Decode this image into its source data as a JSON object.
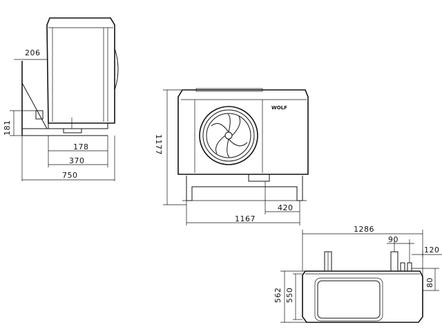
{
  "dimensions": {
    "side_view": {
      "d206": "206",
      "d181": "181",
      "d178": "178",
      "d370": "370",
      "d750": "750"
    },
    "front_view": {
      "d1177": "1177",
      "d420": "420",
      "d1167": "1167"
    },
    "top_view": {
      "d1286": "1286",
      "d90": "90",
      "d120": "120",
      "d80": "80",
      "d562": "562",
      "d550": "550"
    }
  },
  "logo_text": "WOLF"
}
